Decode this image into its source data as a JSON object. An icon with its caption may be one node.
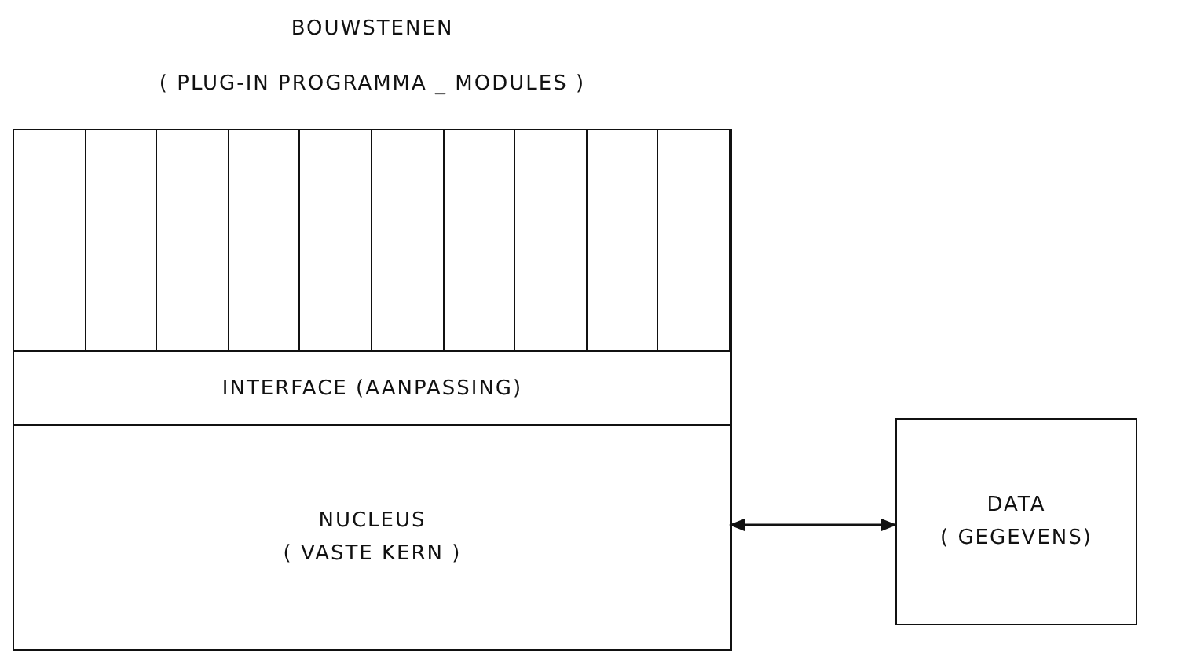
{
  "diagram": {
    "nodes": [
      {
        "text": [
          "BOUWSTENEN",
          "( PLUG-IN PROGRAMMA _ MODULES )"
        ]
      },
      {
        "text": [],
        "shape": "bar",
        "in": 0
      },
      {
        "text": [],
        "shape": "bar",
        "in": 0
      },
      {
        "text": [],
        "shape": "bar",
        "in": 0
      },
      {
        "text": [],
        "shape": "bar",
        "in": 0
      },
      {
        "text": [],
        "shape": "bar",
        "in": 0
      },
      {
        "text": [],
        "shape": "bar",
        "in": 0
      },
      {
        "text": [],
        "shape": "bar",
        "in": 0
      },
      {
        "text": [],
        "shape": "bar",
        "in": 0
      },
      {
        "text": [],
        "shape": "bar",
        "in": 0
      },
      {
        "text": [],
        "shape": "bar",
        "in": 0
      },
      {
        "text": [
          "INTERFACE (AANPASSING)"
        ],
        "in": 0
      },
      {
        "text": [
          "NUCLEUS",
          "( VASTE KERN )"
        ],
        "in": 0
      },
      {
        "text": [
          "DATA",
          "( GEGEVENS)"
        ]
      }
    ],
    "edges": [
      {
        "from": 12,
        "to": 13,
        "arrow": "both"
      }
    ]
  }
}
